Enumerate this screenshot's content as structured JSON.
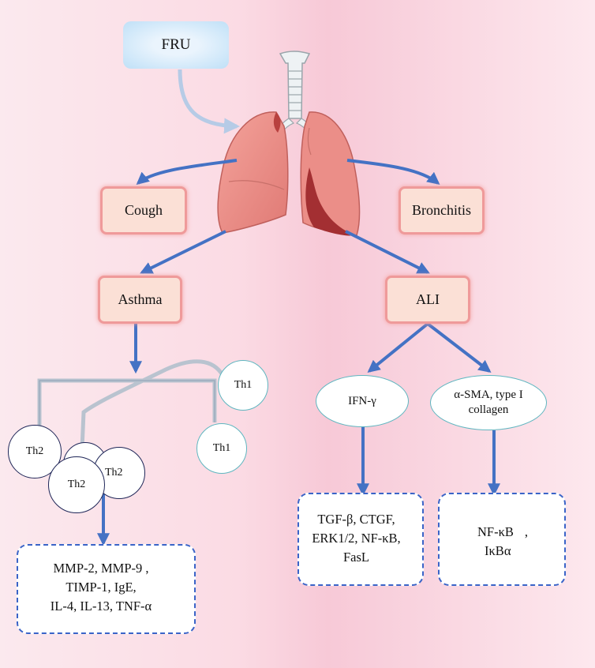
{
  "nodes": {
    "fru": "FRU",
    "cough": "Cough",
    "bronchitis": "Bronchitis",
    "asthma": "Asthma",
    "ali": "ALI",
    "th1_top": "Th1",
    "th1_bottom": "Th1",
    "th2_left": "Th2",
    "th2_middle": "Th2",
    "th2_right": "Th2",
    "ifn": "IFN-γ",
    "sma_line1": "α-SMA, type I",
    "sma_line2": "collagen"
  },
  "boxes": {
    "asthma_markers": [
      "MMP-2, MMP-9 ,",
      "TIMP-1, IgE,",
      "IL-4, IL-13,  TNF-α"
    ],
    "ifn_markers": [
      "TGF-β, CTGF,",
      "ERK1/2, NF-κB,",
      "FasL"
    ],
    "nfkb_markers": [
      "NF-κB",
      "IκBα"
    ],
    "nfkb_comma": ","
  },
  "colors": {
    "arrow_blue": "#4472c4",
    "down_arrow_red": "#e60000",
    "dashed_border": "#3a64c8",
    "pink_box_border": "#ef9a9a",
    "pink_box_fill": "#fbe0d6",
    "th1_border": "#5fb6c0",
    "th2_border": "#1e2557"
  },
  "icons": [
    "lungs-trachea-illustration",
    "down-arrow",
    "up-arrow"
  ]
}
